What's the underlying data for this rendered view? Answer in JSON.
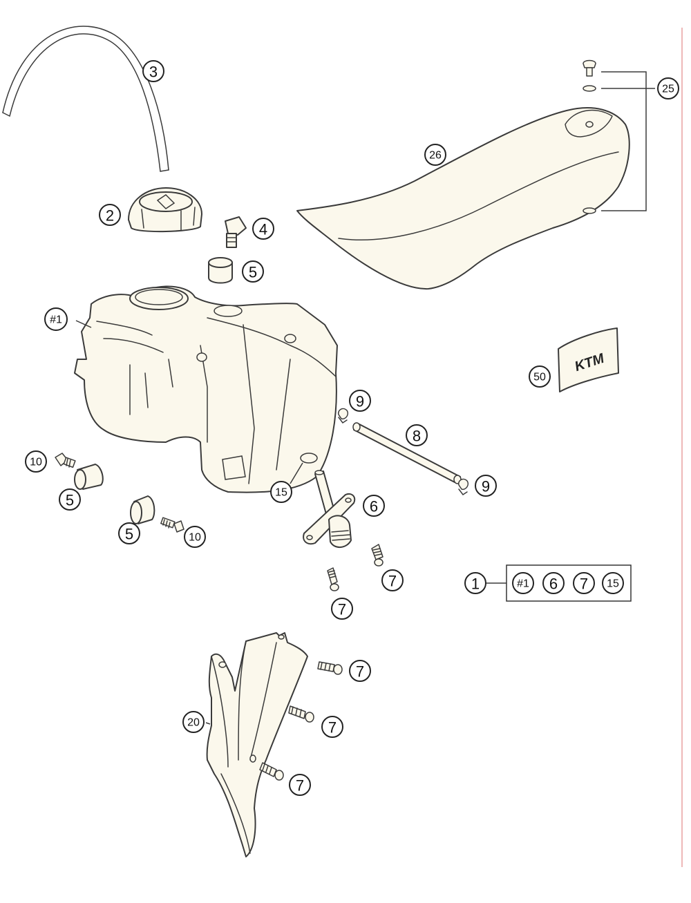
{
  "diagram": {
    "callouts": {
      "c3": "3",
      "c2": "2",
      "c4": "4",
      "c5a": "5",
      "c25": "25",
      "c26": "26",
      "c1hash": "#1",
      "c50": "50",
      "c9a": "9",
      "c8": "8",
      "c9b": "9",
      "c10a": "10",
      "c5b": "5",
      "c15": "15",
      "c6": "6",
      "c5c": "5",
      "c10b": "10",
      "c7a": "7",
      "c7b": "7",
      "c1": "1",
      "c7c": "7",
      "c7d": "7",
      "c20": "20",
      "c7e": "7"
    },
    "kit": {
      "label": "1",
      "items": [
        "#1",
        "6",
        "7",
        "15"
      ]
    },
    "logo_text": "KTM",
    "colors": {
      "part_fill": "#fbf8ec",
      "stroke": "#3a3a3a",
      "margin_line": "#e8a0a0"
    }
  }
}
